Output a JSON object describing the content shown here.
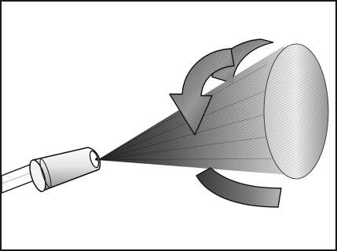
{
  "figure": {
    "description_kind": "technical illustration",
    "elements": [
      {
        "name": "spray-nozzle",
        "shape": "tapered nozzle on a straight lance"
      },
      {
        "name": "spray-cone",
        "shape": "diverging cone of fine lines"
      },
      {
        "name": "rotation-arrow",
        "shape": "curved arrow circling the cone"
      }
    ],
    "colors": {
      "frame": "#1a1a1a",
      "line": "#111111",
      "light_gray": "#d9d9d9",
      "mid_gray": "#8c8c8c",
      "dark_gray": "#3c3c3c",
      "background": "#ffffff"
    }
  }
}
